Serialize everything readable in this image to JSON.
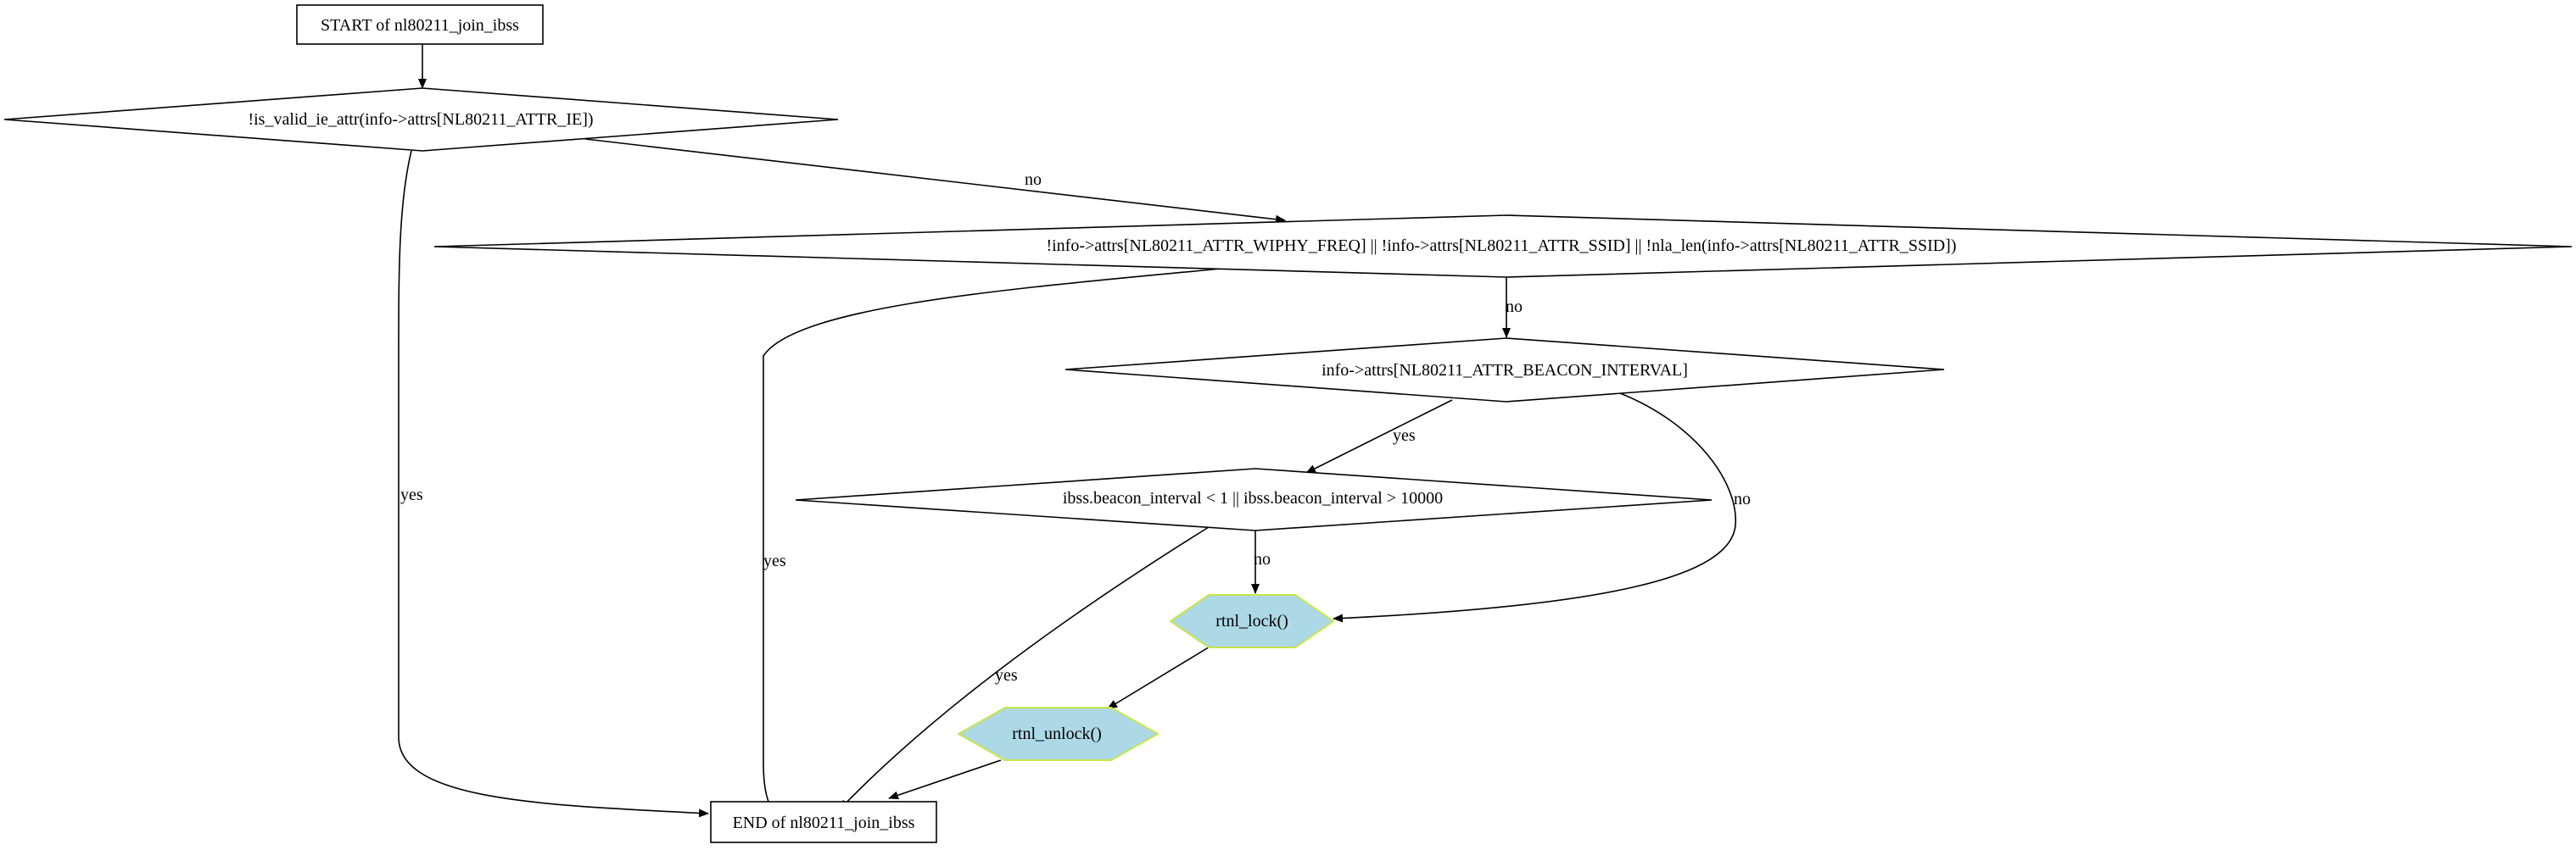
{
  "diagram": {
    "nodes": {
      "start": "START of nl80211_join_ibss",
      "check_ie": "!is_valid_ie_attr(info->attrs[NL80211_ATTR_IE])",
      "check_freq_ssid": "!info->attrs[NL80211_ATTR_WIPHY_FREQ] || !info->attrs[NL80211_ATTR_SSID] || !nla_len(info->attrs[NL80211_ATTR_SSID])",
      "check_beacon_attr": "info->attrs[NL80211_ATTR_BEACON_INTERVAL]",
      "check_beacon_range": "ibss.beacon_interval < 1 || ibss.beacon_interval > 10000",
      "rtnl_lock": "rtnl_lock()",
      "rtnl_unlock": "rtnl_unlock()",
      "end": "END of nl80211_join_ibss"
    },
    "edge_labels": {
      "ie_yes": "yes",
      "ie_no": "no",
      "freq_yes": "yes",
      "freq_no": "no",
      "beacon_attr_yes": "yes",
      "beacon_attr_no": "no",
      "beacon_range_yes": "yes",
      "beacon_range_no": "no"
    },
    "colors": {
      "action_fill": "#add8e6",
      "action_border": "#c8e64b",
      "line": "#000000"
    }
  }
}
